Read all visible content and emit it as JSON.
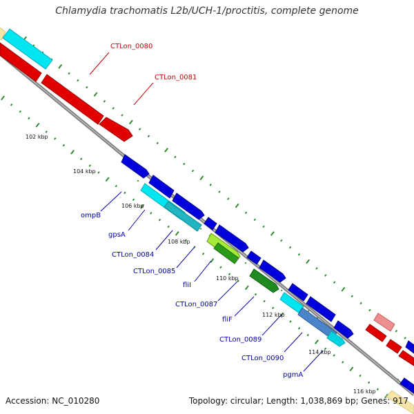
{
  "title": "Chlamydia trachomatis L2b/UCH-1/proctitis, complete genome",
  "footer": {
    "accession": "Accession: NC_010280",
    "summary": "Topology: circular; Length: 1,038,869 bp; Genes: 917"
  },
  "colors": {
    "backbone": "#8a8a8a",
    "tick": "#2e8b2e",
    "forward_gene": "#0000dd",
    "reverse_gene": "#e00000",
    "label_blue": "#0000aa",
    "label_red": "#cc0000"
  },
  "scale_labels": [
    "102 kbp",
    "104 kbp",
    "106 kbp",
    "108 kbp",
    "110 kbp",
    "112 kbp",
    "114 kbp",
    "116 kbp"
  ],
  "gene_labels": [
    {
      "text": "CTLon_0080",
      "color": "red"
    },
    {
      "text": "CTLon_0081",
      "color": "red"
    },
    {
      "text": "ompB",
      "color": "blue"
    },
    {
      "text": "gpsA",
      "color": "blue"
    },
    {
      "text": "CTLon_0084",
      "color": "blue"
    },
    {
      "text": "CTLon_0085",
      "color": "blue"
    },
    {
      "text": "fliI",
      "color": "blue"
    },
    {
      "text": "CTLon_0087",
      "color": "blue"
    },
    {
      "text": "fliF",
      "color": "blue"
    },
    {
      "text": "CTLon_0089",
      "color": "blue"
    },
    {
      "text": "CTLon_0090",
      "color": "blue"
    },
    {
      "text": "pgmA",
      "color": "blue"
    }
  ]
}
